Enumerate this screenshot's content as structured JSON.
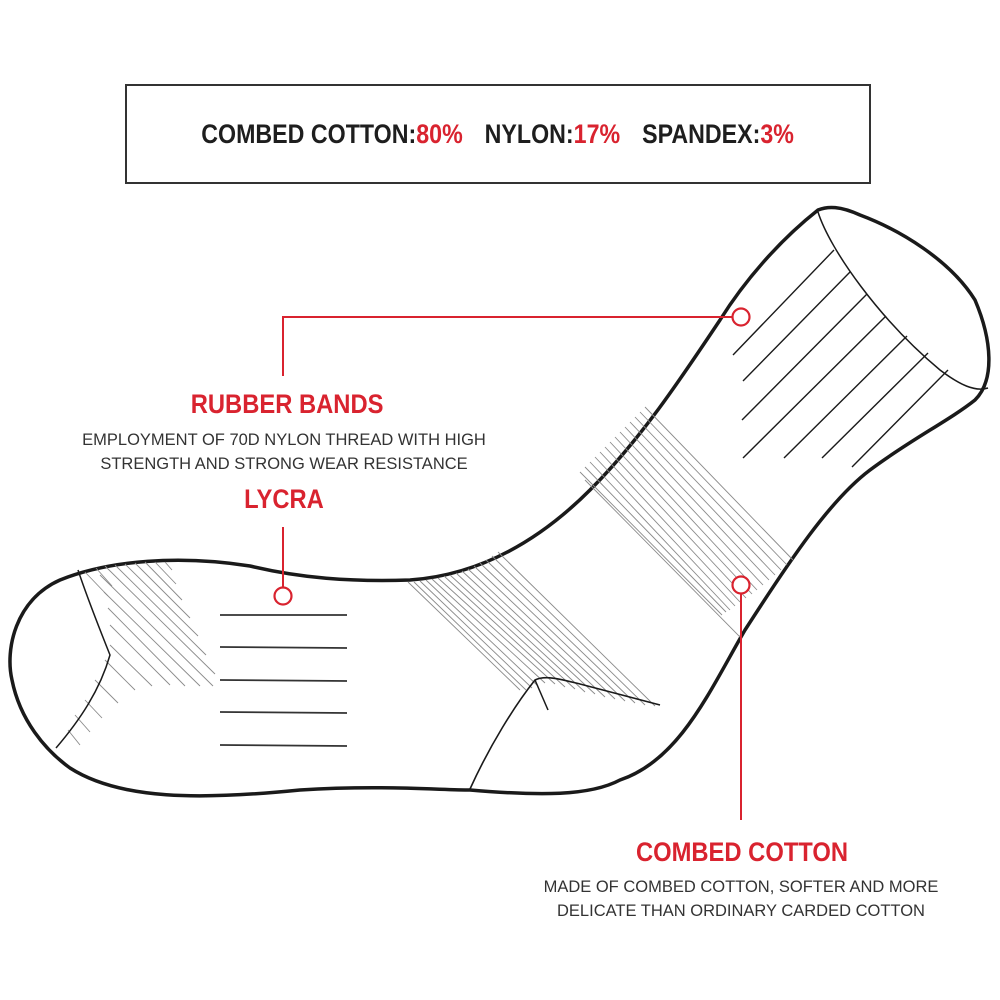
{
  "composition": {
    "items": [
      {
        "name": "COMBED COTTON:",
        "value": "80%"
      },
      {
        "name": "NYLON:",
        "value": "17%"
      },
      {
        "name": "SPANDEX:",
        "value": "3%"
      }
    ]
  },
  "callouts": {
    "rubber_bands": {
      "title": "RUBBER BANDS",
      "desc_line1": "EMPLOYMENT OF 70D NYLON THREAD WITH HIGH",
      "desc_line2": "STRENGTH AND STRONG WEAR RESISTANCE"
    },
    "lycra": {
      "title": "LYCRA"
    },
    "combed_cotton": {
      "title": "COMBED COTTON",
      "desc_line1": "MADE OF COMBED COTTON, SOFTER AND MORE",
      "desc_line2": "DELICATE THAN ORDINARY CARDED COTTON"
    }
  },
  "colors": {
    "accent": "#d9232f",
    "outline": "#1a1a1a",
    "text": "#333333"
  }
}
